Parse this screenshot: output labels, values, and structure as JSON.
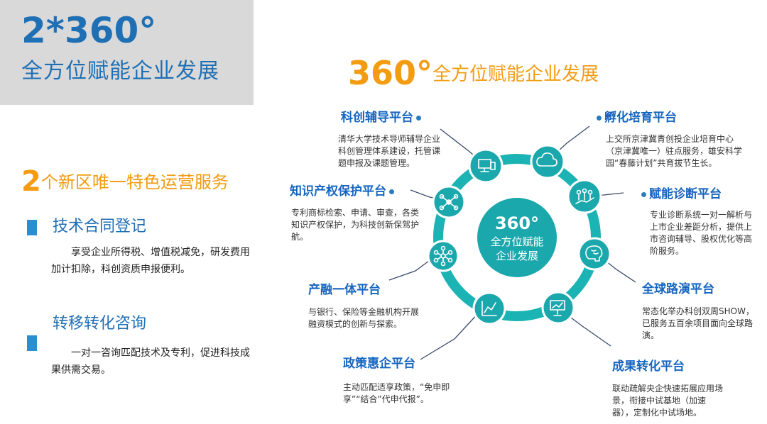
{
  "header": {
    "number": "2*360°",
    "subtitle": "全方位赋能企业发展"
  },
  "services": {
    "title_num": "2",
    "title_text": "个新区唯一特色运营服务",
    "items": [
      {
        "head": "技术合同登记",
        "body": "享受企业所得税、增值税减免，研发费用加计扣除，科创资质申报便利。"
      },
      {
        "head": "转移转化咨询",
        "body": "一对一咨询匹配技术及专利，促进科技成果供需交易。"
      }
    ]
  },
  "main_title": {
    "num": "360°",
    "text": "全方位赋能企业发展"
  },
  "center": {
    "num": "360°",
    "line1": "全方位赋能",
    "line2": "企业发展"
  },
  "colors": {
    "teal": "#1bb3b3",
    "blue": "#1565c0",
    "orange": "#f39c12",
    "gray": "#d9d9d9"
  },
  "platforms": [
    {
      "title": "科创辅导平台",
      "desc": "清华大学技术导师辅导企业科创管理体系建设，托管课题申报及课题管理。",
      "icon": "computer-icon"
    },
    {
      "title": "孵化培育平台",
      "desc": "上交所京津冀青创投企业培育中心（京津冀唯一）驻点服务，雄安科学园“春藤计划”共育拔节生长。",
      "icon": "cloud-icon"
    },
    {
      "title": "知识产权保护平台",
      "desc": "专利商标检索、申请、审查，各类知识产权保护，为科技创新保驾护航。",
      "icon": "network-icon"
    },
    {
      "title": "赋能诊断平台",
      "desc": "专业诊断系统一对一解析与上市企业差距分析，提供上市咨询辅导、股权优化等高阶服务。",
      "icon": "team-growth-icon"
    },
    {
      "title": "产融一体平台",
      "desc": "与银行、保险等金融机构开展融资模式的创新与探索。",
      "icon": "hub-icon"
    },
    {
      "title": "全球路演平台",
      "desc": "常态化举办科创双周SHOW，已服务五百余项目面向全球路演。",
      "icon": "brain-icon"
    },
    {
      "title": "政策惠企平台",
      "desc": "主动匹配适享政策，“免申即享”“结合”代申代报”。",
      "icon": "chart-icon"
    },
    {
      "title": "成果转化平台",
      "desc": "联动疏解央企快速拓展应用场景，衔接中试基地（加速器），定制化中试场地。",
      "icon": "presentation-icon"
    }
  ]
}
